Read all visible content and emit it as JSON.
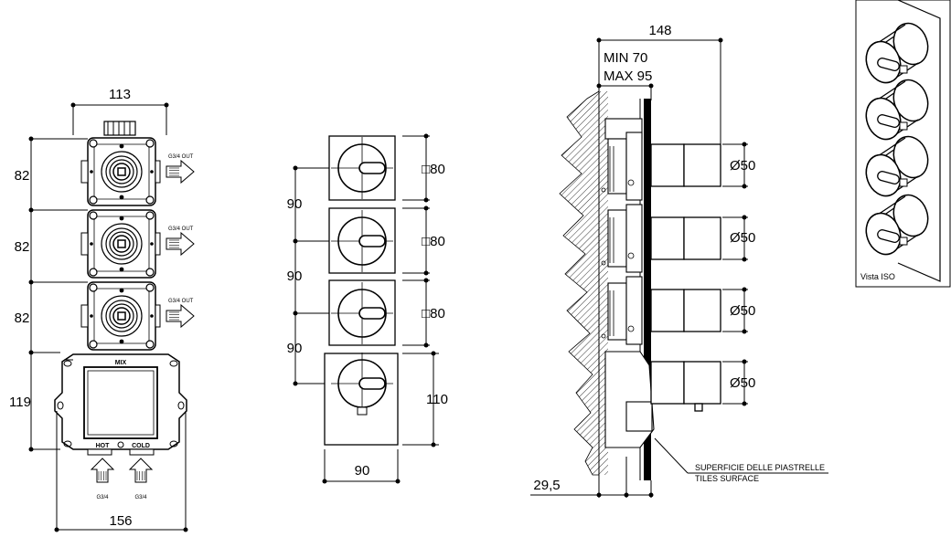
{
  "front_view": {
    "width_top": "113",
    "width_bottom": "156",
    "heights": [
      "82",
      "82",
      "82",
      "119"
    ],
    "out_label": "G3/4 OUT",
    "mix_label": "MIX",
    "hot_label": "HOT",
    "cold_label": "COLD",
    "inlet_label": "G3/4"
  },
  "plate_view": {
    "pitches": [
      "90",
      "90",
      "90"
    ],
    "plate_size": "□80",
    "last_height": "110",
    "width": "90"
  },
  "side_view": {
    "total_depth": "148",
    "min_depth": "MIN 70",
    "max_depth": "MAX 95",
    "knob_diameter": "Ø50",
    "offset": "29,5",
    "tiles_label_it": "SUPERFICIE DELLE PIASTRELLE",
    "tiles_label_en": "TILES SURFACE"
  },
  "iso_view": {
    "label": "Vista ISO"
  }
}
